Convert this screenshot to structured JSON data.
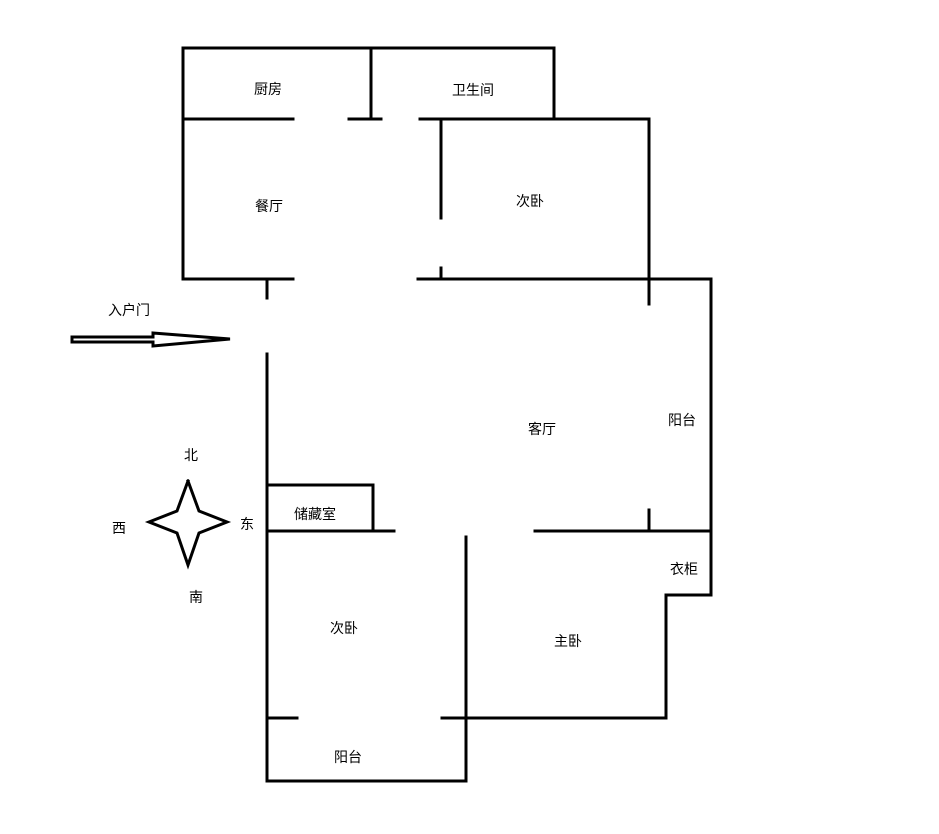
{
  "rooms": {
    "kitchen": "厨房",
    "bathroom": "卫生间",
    "dining": "餐厅",
    "bedroom_north": "次卧",
    "living": "客厅",
    "balcony_east": "阳台",
    "storage": "储藏室",
    "wardrobe": "衣柜",
    "bedroom_south": "次卧",
    "master_bedroom": "主卧",
    "balcony_south": "阳台"
  },
  "entrance": {
    "label": "入户门",
    "arrow_icon": "arrow-right-icon"
  },
  "compass": {
    "icon": "compass-star-icon",
    "north": "北",
    "south": "南",
    "east": "东",
    "west": "西"
  },
  "colors": {
    "line": "#000000",
    "background": "#ffffff"
  }
}
